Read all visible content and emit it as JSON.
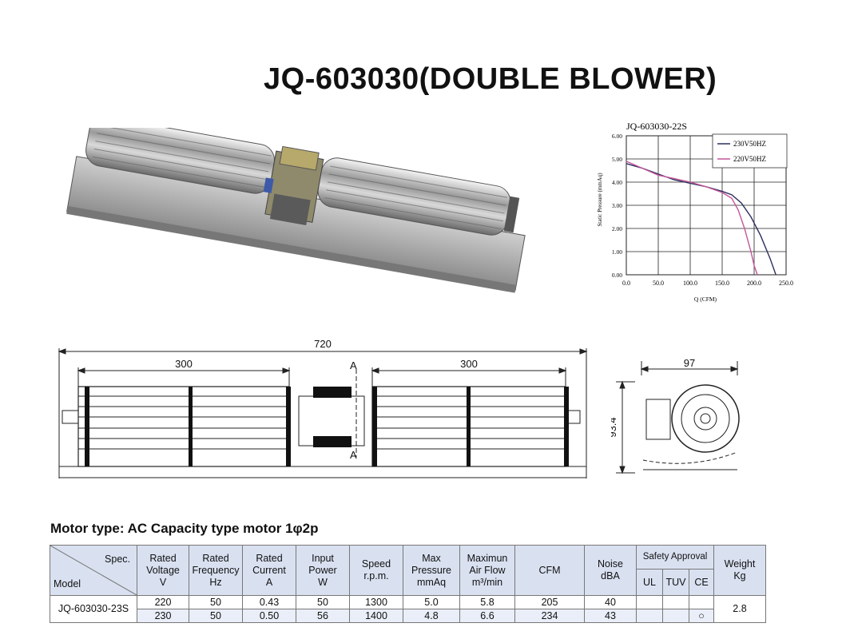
{
  "title": "JQ-603030(DOUBLE BLOWER)",
  "chart_data": {
    "type": "line",
    "title": "JQ-603030-22S",
    "xlabel": "Q (CFM)",
    "ylabel": "Static Pressure (mmAq)",
    "xlim": [
      0,
      250
    ],
    "ylim": [
      0,
      6
    ],
    "x_ticks": [
      "0.0",
      "50.0",
      "100.0",
      "150.0",
      "200.0",
      "250.0"
    ],
    "y_ticks": [
      "0.00",
      "1.00",
      "2.00",
      "3.00",
      "4.00",
      "5.00",
      "6.00"
    ],
    "grid": true,
    "legend_position": "top-right",
    "series": [
      {
        "name": "230V50HZ",
        "color": "#2b2f5e",
        "x": [
          0,
          25,
          50,
          75,
          100,
          125,
          150,
          165,
          180,
          195,
          210,
          225,
          234
        ],
        "y": [
          4.8,
          4.6,
          4.35,
          4.1,
          3.95,
          3.8,
          3.6,
          3.45,
          3.1,
          2.5,
          1.7,
          0.7,
          0
        ]
      },
      {
        "name": "220V50HZ",
        "color": "#c4559a",
        "x": [
          0,
          25,
          50,
          75,
          100,
          125,
          150,
          165,
          175,
          185,
          195,
          200,
          205
        ],
        "y": [
          4.9,
          4.6,
          4.3,
          4.15,
          4.0,
          3.8,
          3.55,
          3.3,
          2.8,
          2.0,
          1.0,
          0.4,
          0
        ]
      }
    ]
  },
  "drawing": {
    "total_length": "720",
    "left_span": "300",
    "right_span": "300",
    "section_mark": "A",
    "side_width": "97",
    "side_height": "93.4"
  },
  "motor_type": "Motor type: AC Capacity type motor 1φ2p",
  "table": {
    "spec_label": "Spec.",
    "model_label": "Model",
    "columns": [
      "Rated\nVoltage\nV",
      "Rated\nFrequency\nHz",
      "Rated\nCurrent\nA",
      "Input\nPower\nW",
      "Speed\nr.p.m.",
      "Max\nPressure\nmmAq",
      "Maximun\nAir Flow\nm³/min",
      "CFM",
      "Noise\ndBA"
    ],
    "safety_label": "Safety Approval",
    "safety_cols": [
      "UL",
      "TUV",
      "CE"
    ],
    "weight_label": "Weight\nKg",
    "model": "JQ-603030-23S",
    "rows": [
      [
        "220",
        "50",
        "0.43",
        "50",
        "1300",
        "5.0",
        "5.8",
        "205",
        "40"
      ],
      [
        "230",
        "50",
        "0.50",
        "56",
        "1400",
        "4.8",
        "6.6",
        "234",
        "43"
      ]
    ],
    "ce_mark": "○",
    "weight": "2.8"
  }
}
